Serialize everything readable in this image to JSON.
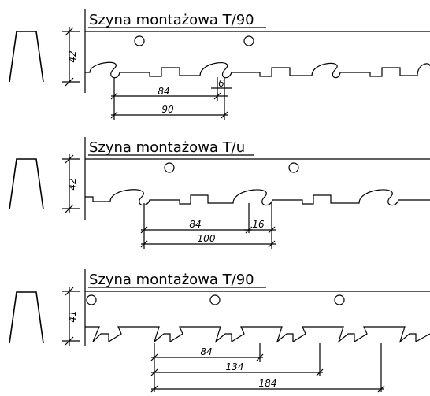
{
  "sections": [
    {
      "title": "Szyna montażowa T/90",
      "height_label": "42",
      "dims": [
        "84",
        "90",
        "6"
      ]
    },
    {
      "title": "Szyna montażowa T/u",
      "height_label": "42",
      "dims": [
        "84",
        "100",
        "16"
      ]
    },
    {
      "title": "Szyna montażowa T/90",
      "height_label": "41",
      "dims": [
        "84",
        "134",
        "184"
      ]
    }
  ]
}
